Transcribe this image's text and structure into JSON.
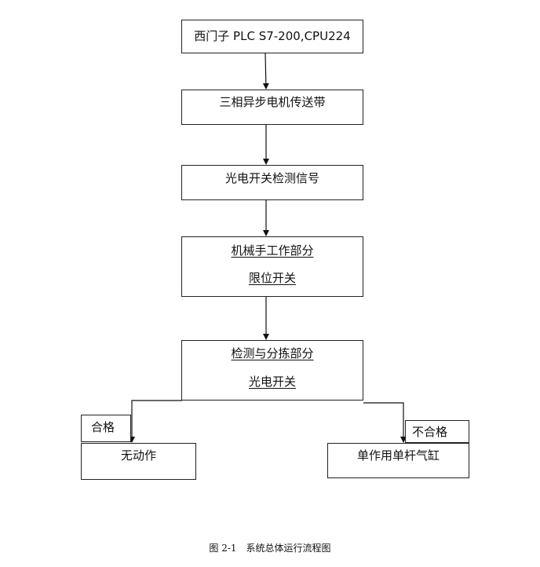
{
  "diagram": {
    "nodes": [
      {
        "id": "plc",
        "lines": [
          "西门子 PLC S7-200,CPU224"
        ]
      },
      {
        "id": "motor",
        "lines": [
          "三相异步电机传送带"
        ]
      },
      {
        "id": "sensor",
        "lines": [
          "光电开关检测信号"
        ]
      },
      {
        "id": "manipulator",
        "lines": [
          "机械手工作部分",
          "限位开关"
        ]
      },
      {
        "id": "sorting",
        "lines": [
          "检测与分拣部分",
          "光电开关"
        ]
      },
      {
        "id": "no_action",
        "lines": [
          "无动作"
        ]
      },
      {
        "id": "cylinder",
        "lines": [
          "单作用单杆气缸"
        ]
      }
    ],
    "branch_labels": {
      "pass": "合格",
      "fail": "不合格"
    },
    "edges": [
      {
        "from": "plc",
        "to": "motor"
      },
      {
        "from": "motor",
        "to": "sensor"
      },
      {
        "from": "sensor",
        "to": "manipulator"
      },
      {
        "from": "manipulator",
        "to": "sorting"
      },
      {
        "from": "sorting",
        "to": "no_action",
        "label": "合格"
      },
      {
        "from": "sorting",
        "to": "cylinder",
        "label": "不合格"
      }
    ]
  },
  "caption": "图 2-1　系统总体运行流程图"
}
